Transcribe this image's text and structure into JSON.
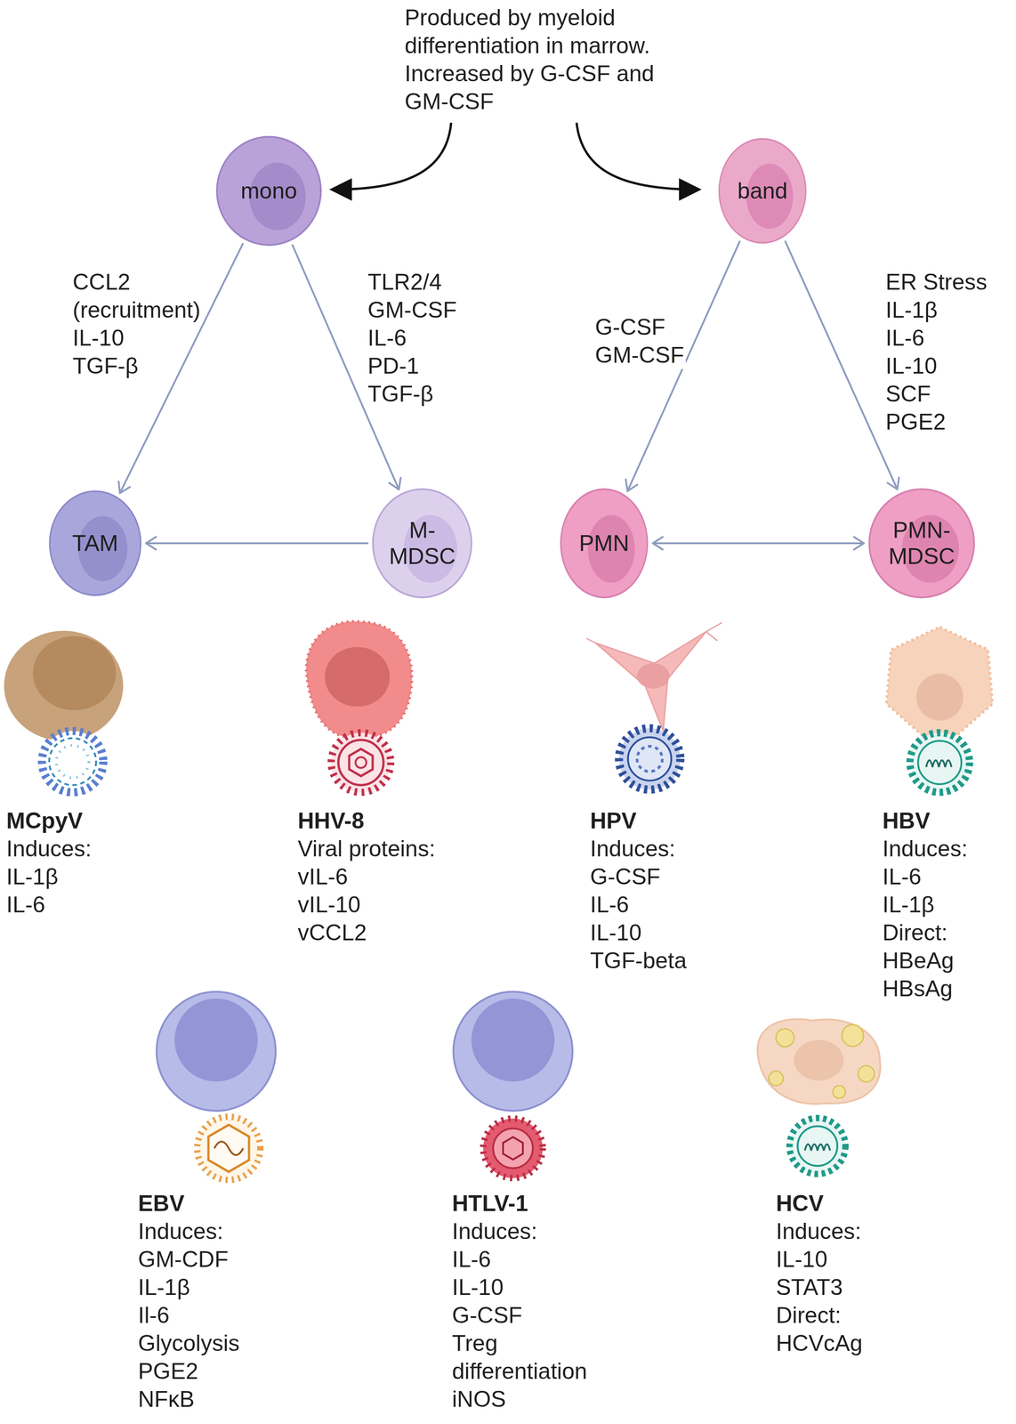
{
  "diagram": {
    "nodes": [
      {
        "text": [
          "mono"
        ]
      },
      {
        "text": [
          "band"
        ]
      },
      {
        "text": [
          "TAM"
        ]
      },
      {
        "text": [
          "M-MDSC"
        ]
      },
      {
        "text": [
          "PMN"
        ]
      },
      {
        "text": [
          "PMN-MDSC"
        ]
      },
      {
        "text": [
          "MCpyV",
          "Induces:",
          "IL-1β",
          "IL-6"
        ]
      },
      {
        "text": [
          "HHV-8",
          "Viral proteins:",
          "vIL-6",
          "vIL-10",
          "vCCL2"
        ]
      },
      {
        "text": [
          "HPV",
          "Induces:",
          "G-CSF",
          "IL-6",
          "IL-10",
          "TGF-beta"
        ]
      },
      {
        "text": [
          "HBV",
          "Induces:",
          "IL-6",
          "IL-1β",
          "Direct:",
          "HBeAg",
          "HBsAg"
        ]
      },
      {
        "text": [
          "EBV",
          "Induces:",
          "GM-CDF",
          "IL-1β",
          "Il-6",
          "Glycolysis",
          "PGE2",
          "NFκB"
        ]
      },
      {
        "text": [
          "HTLV-1",
          "Induces:",
          "IL-6",
          "IL-10",
          "G-CSF",
          "Treg differentiation",
          "iNOS"
        ]
      },
      {
        "text": [
          "HCV",
          "Induces:",
          "IL-10",
          "STAT3",
          "Direct:",
          "HCVcAg"
        ]
      }
    ],
    "edges": [
      {
        "from": 0,
        "to": 2,
        "arrow": "to"
      },
      {
        "from": 0,
        "to": 3,
        "arrow": "to"
      },
      {
        "from": 3,
        "to": 2,
        "arrow": "to"
      },
      {
        "from": 1,
        "to": 4,
        "arrow": "to"
      },
      {
        "from": 1,
        "to": 5,
        "arrow": "to"
      },
      {
        "from": 4,
        "to": 5,
        "arrow": "both"
      }
    ],
    "labels": [
      "Produced by myeloid differentiation in marrow. Increased by G-CSF and GM-CSF",
      "CCL2",
      "(recruitment)",
      "IL-10",
      "TGF-β",
      "TLR2/4",
      "GM-CSF",
      "IL-6",
      "PD-1",
      "TGF-β",
      "G-CSF",
      "GM-CSF",
      "ER Stress",
      "IL-1β",
      "IL-6",
      "IL-10",
      "SCF",
      "PGE2"
    ]
  }
}
